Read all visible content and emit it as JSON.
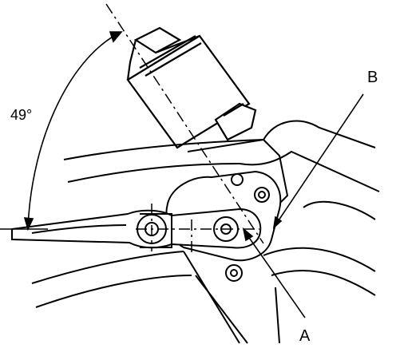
{
  "diagram": {
    "angle_label": "49°",
    "callout_a": "A",
    "callout_b": "B"
  }
}
